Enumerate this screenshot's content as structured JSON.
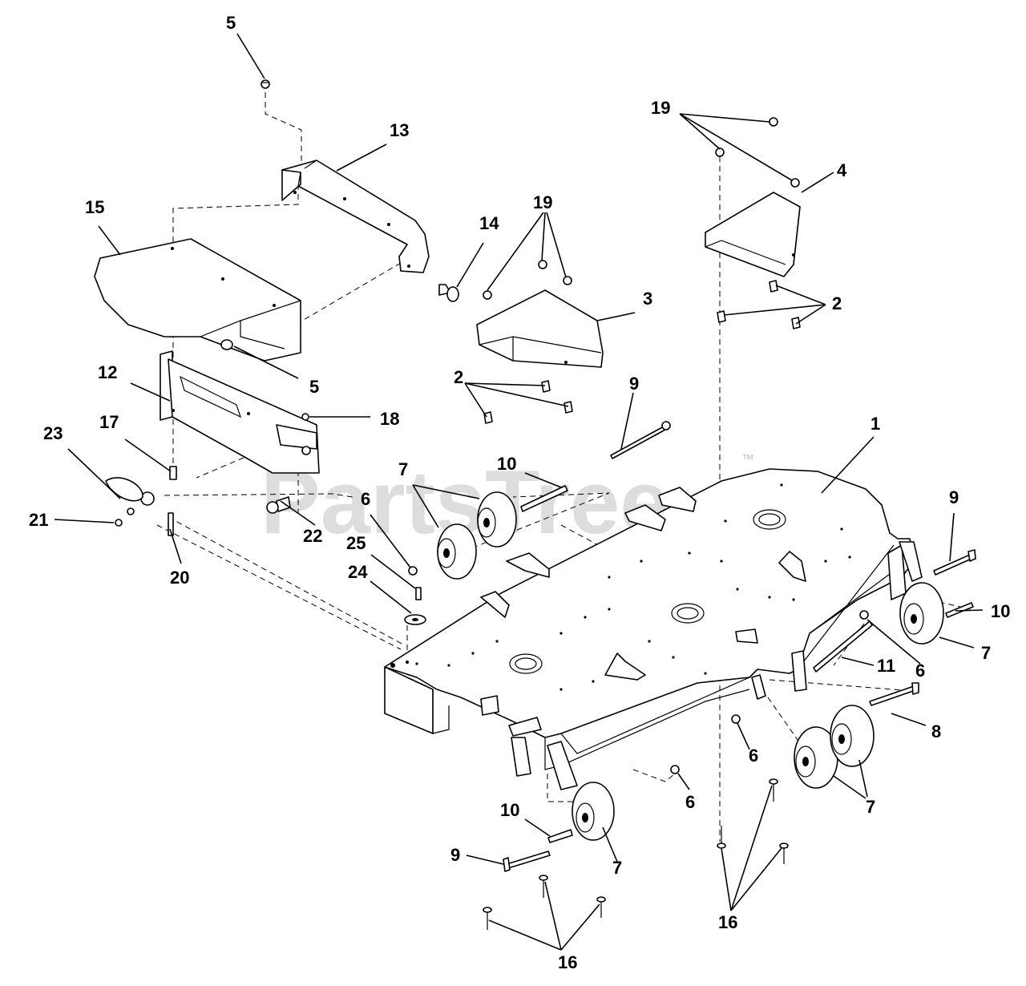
{
  "watermark": {
    "text": "PartsTree",
    "trademark": "™"
  },
  "callouts": {
    "c1": "1",
    "c2a": "2",
    "c2b": "2",
    "c3": "3",
    "c4": "4",
    "c5a": "5",
    "c5b": "5",
    "c6a": "6",
    "c6b": "6",
    "c6c": "6",
    "c6d": "6",
    "c7a": "7",
    "c7b": "7",
    "c7c": "7",
    "c7d": "7",
    "c8": "8",
    "c9a": "9",
    "c9b": "9",
    "c9c": "9",
    "c10a": "10",
    "c10b": "10",
    "c10c": "10",
    "c11": "11",
    "c12": "12",
    "c13": "13",
    "c14": "14",
    "c15": "15",
    "c16a": "16",
    "c16b": "16",
    "c17": "17",
    "c18": "18",
    "c19a": "19",
    "c19b": "19",
    "c20": "20",
    "c21": "21",
    "c22": "22",
    "c23": "23",
    "c24": "24",
    "c25": "25"
  }
}
